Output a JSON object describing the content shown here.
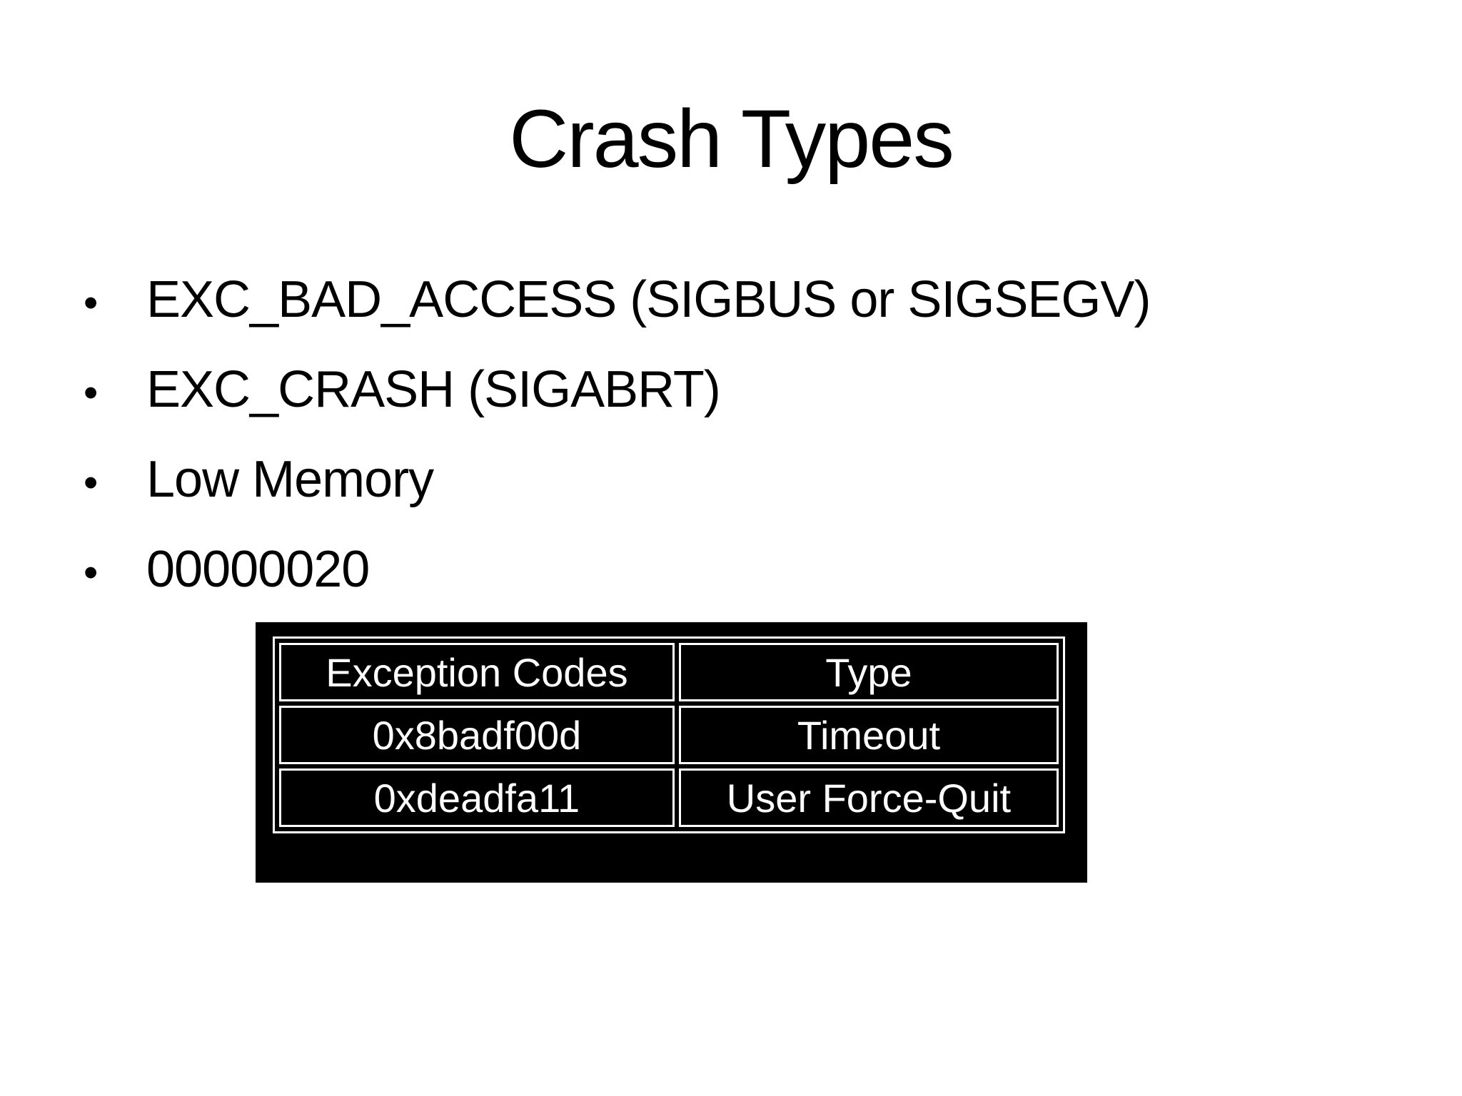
{
  "slide": {
    "title": "Crash Types",
    "bullet_glyph": "•",
    "bullets": [
      "EXC_BAD_ACCESS (SIGBUS or SIGSEGV)",
      "EXC_CRASH (SIGABRT)",
      "Low Memory",
      "00000020"
    ],
    "table": {
      "headers": [
        "Exception Codes",
        "Type"
      ],
      "rows": [
        [
          "0x8badf00d",
          "Timeout"
        ],
        [
          "0xdeadfa11",
          "User Force-Quit"
        ]
      ]
    },
    "colors": {
      "background": "#ffffff",
      "text": "#000000",
      "panel_background": "#000000",
      "panel_text": "#ffffff",
      "panel_border": "#ffffff"
    }
  }
}
